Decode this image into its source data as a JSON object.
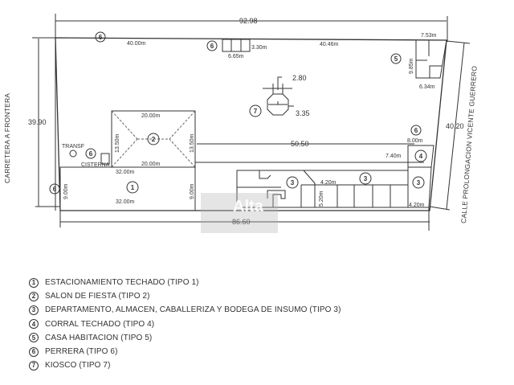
{
  "plan": {
    "roads": {
      "left": "CARRETERA A FRONTERA",
      "right": "CALLE PROLONGACION VICENTE GUERRERO"
    },
    "dimensions": {
      "total_top": "92.98",
      "left_side": "39.90",
      "right_side": "40.20",
      "bottom_total": "86.60",
      "interior_span": "50.50",
      "top_left_segment": "40.00m",
      "top_right_segment": "40.46m",
      "perrera_width": "6.65m",
      "perrera_depth": "3.30m",
      "casa_top": "7.53m",
      "casa_side": "9.85m",
      "casa_bottom": "6.34m",
      "kiosco_a": "2.80",
      "kiosco_b": "3.35",
      "salon_top": "20.00m",
      "salon_bottom": "20.00m",
      "salon_left": "13.50m",
      "salon_right": "13.50m",
      "estac_top": "32.00m",
      "estac_bottom": "32.00m",
      "estac_left": "9.00m",
      "estac_right": "9.00m",
      "corral_top": "8.00m",
      "corral_side": "7.40m",
      "depto_a": "4.20m",
      "depto_b": "5.20m",
      "depto_c": "4.20m"
    },
    "labels": {
      "transf": "TRANSF",
      "cisterna": "CISTERNA"
    },
    "markers": {
      "m1": "1",
      "m2": "2",
      "m3": "3",
      "m4": "4",
      "m5": "5",
      "m6": "6",
      "m7": "7"
    },
    "watermark": "Alta"
  },
  "legend": {
    "items": [
      {
        "num": "1",
        "text": "ESTACIONAMIENTO TECHADO (TIPO 1)"
      },
      {
        "num": "2",
        "text": "SALON DE FIESTA (TIPO 2)"
      },
      {
        "num": "3",
        "text": "DEPARTAMENTO, ALMACEN, CABALLERIZA Y BODEGA DE INSUMO (TIPO 3)"
      },
      {
        "num": "4",
        "text": "CORRAL TECHADO (TIPO 4)"
      },
      {
        "num": "5",
        "text": "CASA HABITACION (TIPO 5)"
      },
      {
        "num": "6",
        "text": "PERRERA (TIPO 6)"
      },
      {
        "num": "7",
        "text": "KIOSCO (TIPO 7)"
      }
    ]
  }
}
